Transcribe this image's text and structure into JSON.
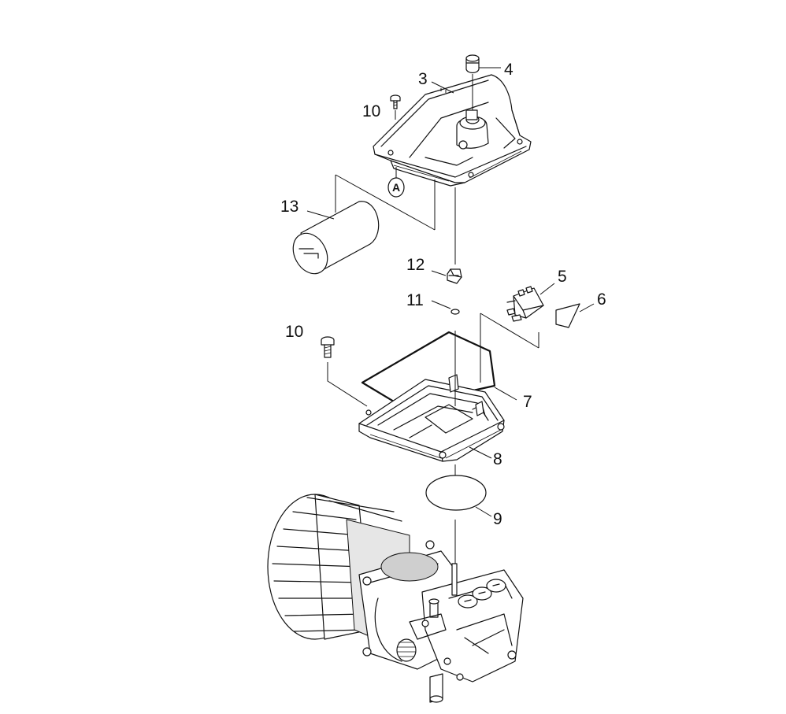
{
  "diagram": {
    "part_labels": [
      {
        "id": "p3",
        "text": "3"
      },
      {
        "id": "p4",
        "text": "4"
      },
      {
        "id": "p10a",
        "text": "10"
      },
      {
        "id": "p13",
        "text": "13"
      },
      {
        "id": "p12",
        "text": "12"
      },
      {
        "id": "p5",
        "text": "5"
      },
      {
        "id": "p11",
        "text": "11"
      },
      {
        "id": "p6",
        "text": "6"
      },
      {
        "id": "p10b",
        "text": "10"
      },
      {
        "id": "p7",
        "text": "7"
      },
      {
        "id": "p8",
        "text": "8"
      },
      {
        "id": "p9",
        "text": "9"
      }
    ],
    "callout": "A"
  }
}
